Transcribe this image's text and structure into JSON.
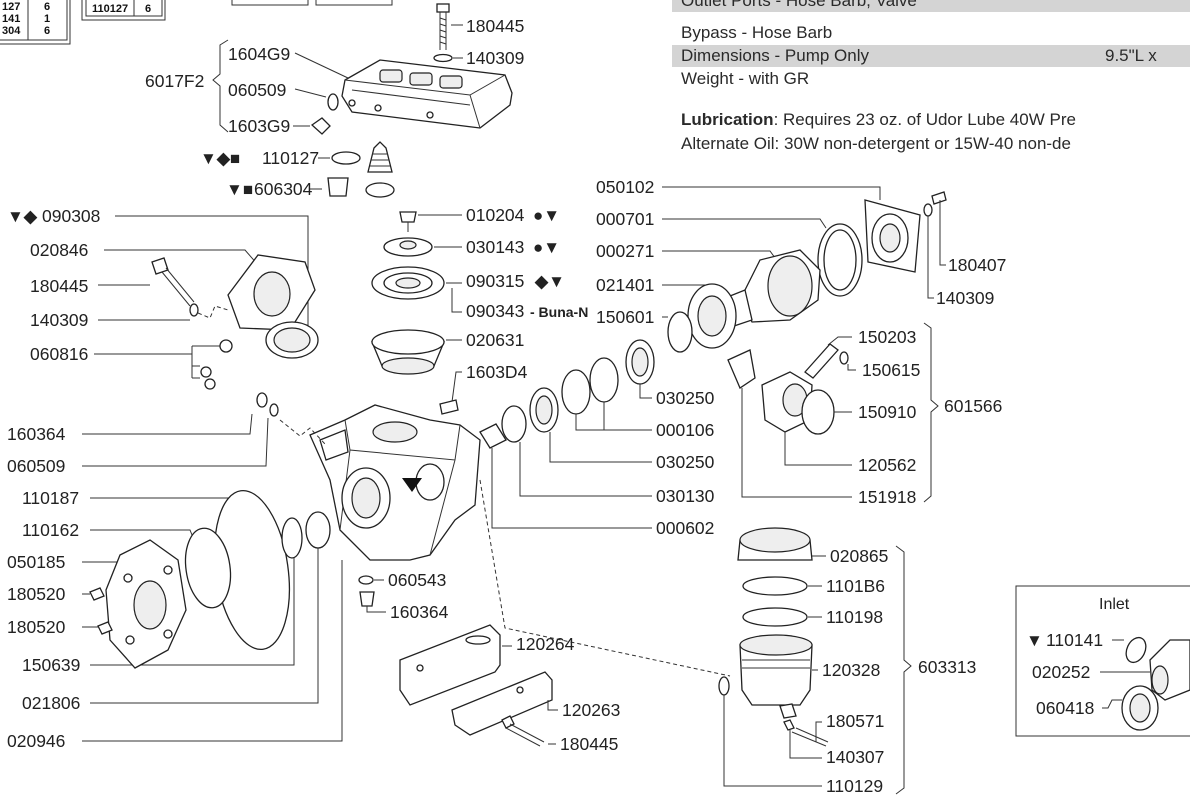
{
  "spec_table": {
    "rows": [
      {
        "label": "Outlet Ports - Hose Barb, Valve",
        "value": ""
      },
      {
        "label": "Bypass - Hose Barb",
        "value": ""
      },
      {
        "label": "Dimensions - Pump Only",
        "value": "9.5\"L x"
      },
      {
        "label": "Weight - with GR",
        "value": ""
      }
    ],
    "lubrication_label": "Lubrication",
    "lubrication_text": ": Requires 23 oz. of Udor Lube 40W Pre",
    "alt_oil_text": "Alternate Oil: 30W non-detergent or 15W-40 non-de"
  },
  "mini_table_left": {
    "rows": [
      [
        "127",
        "6"
      ],
      [
        "141",
        "1"
      ],
      [
        "304",
        "6"
      ]
    ]
  },
  "mini_table_top": {
    "part": "110127",
    "qty": "6"
  },
  "group_labels": {
    "g6017F2": "6017F2",
    "g601566": "601566",
    "g603313": "603313"
  },
  "parts": {
    "p180445_top": "180445",
    "p140309_top": "140309",
    "p1604G9": "1604G9",
    "p060509_top": "060509",
    "p1603G9": "1603G9",
    "p110127": "110127",
    "p606304": "606304",
    "p090308": "090308",
    "p020846": "020846",
    "p180445_left": "180445",
    "p140309_left": "140309",
    "p060816": "060816",
    "p010204": "010204",
    "p030143": "030143",
    "p090315": "090315",
    "p090343": "090343",
    "p090343_suffix": "- Buna-N",
    "p020631": "020631",
    "p1603D4": "1603D4",
    "p050102": "050102",
    "p000701": "000701",
    "p000271": "000271",
    "p021401": "021401",
    "p150601": "150601",
    "p180407": "180407",
    "p140309_right": "140309",
    "p150203": "150203",
    "p150615": "150615",
    "p150910": "150910",
    "p120562": "120562",
    "p151918": "151918",
    "p030250_a": "030250",
    "p000106": "000106",
    "p030250_b": "030250",
    "p030130": "030130",
    "p000602": "000602",
    "p160364_left": "160364",
    "p060509_left": "060509",
    "p110187": "110187",
    "p110162": "110162",
    "p050185": "050185",
    "p180520_a": "180520",
    "p180520_b": "180520",
    "p150639": "150639",
    "p021806": "021806",
    "p020946": "020946",
    "p060543": "060543",
    "p160364_mid": "160364",
    "p120264": "120264",
    "p120263": "120263",
    "p180445_bot": "180445",
    "p020865": "020865",
    "p1101B6": "1101B6",
    "p110198": "110198",
    "p120328": "120328",
    "p180571": "180571",
    "p140307": "140307",
    "p110129": "110129",
    "inlet_title": "Inlet",
    "p110141": "110141",
    "p020252": "020252",
    "p060418": "060418"
  },
  "markers": {
    "m110127": "▼◆■",
    "m606304": "▼■",
    "m090308": "▼◆",
    "m010204": "●▼",
    "m030143": "●▼",
    "m090315": "◆▼",
    "m110141": "▼"
  }
}
